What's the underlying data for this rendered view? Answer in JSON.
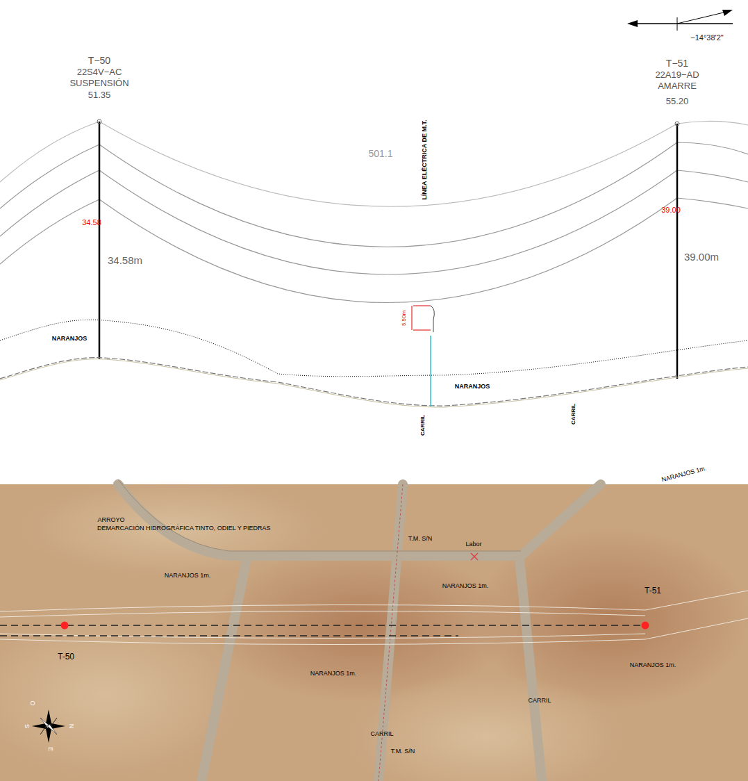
{
  "diagram": {
    "labels": [
      "−14°38'2\"",
      "T−50",
      "22S4V−AC",
      "SUSPENSIÓN",
      "51.35",
      "T−51",
      "22A19−AD",
      "AMARRE",
      "55.20",
      "501.1",
      "LÍNEA ELÉCTRICA DE M.T.",
      "34.58",
      "34.58m",
      "39.00",
      "39.00m",
      "5.50m",
      "NARANJOS",
      "NARANJOS",
      "CARRIL",
      "CARRIL",
      "ARROYO",
      "DEMARCACIÓN HIDROGRÁFICA TINTO, ODIEL Y PIEDRAS",
      "T.M. S/N",
      "Labor",
      "NARANJOS 1m.",
      "NARANJOS 1m.",
      "NARANJOS 1m.",
      "T-51",
      "T-50",
      "NARANJOS 1m.",
      "NARANJOS 1m.",
      "CARRIL",
      "CARRIL",
      "T.M. S/N",
      "O",
      "S",
      "N",
      "E"
    ]
  }
}
